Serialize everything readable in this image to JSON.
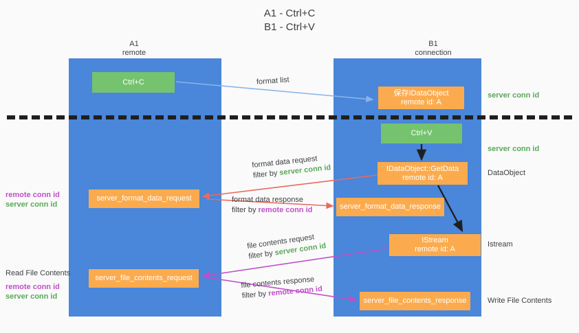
{
  "title": {
    "line1": "A1 - Ctrl+C",
    "line2": "B1 - Ctrl+V"
  },
  "lanes": [
    {
      "name": "A1",
      "subtitle": "remote"
    },
    {
      "name": "B1",
      "subtitle": "connection"
    }
  ],
  "boxes": {
    "ctrl_c": {
      "line1": "Ctrl+C",
      "line2": ""
    },
    "save_dataobject": {
      "line1": "保存IDataObject",
      "line2": "remote id: A"
    },
    "ctrl_v": {
      "line1": "Ctrl+V",
      "line2": ""
    },
    "getdata": {
      "line1": "IDataObject::GetData",
      "line2": "remote id: A"
    },
    "server_format_data_request": {
      "line1": "server_format_data_request",
      "line2": ""
    },
    "server_format_data_response": {
      "line1": "server_format_data_response",
      "line2": ""
    },
    "istream": {
      "line1": "IStream",
      "line2": "remote id: A"
    },
    "server_file_contents_request": {
      "line1": "server_file_contents_request",
      "line2": ""
    },
    "server_file_contents_response": {
      "line1": "server_file_contents_response",
      "line2": ""
    }
  },
  "arrow_labels": {
    "format_list": {
      "line1": "format list",
      "filter_prefix": "",
      "filter_target": ""
    },
    "format_data_request": {
      "line1": "format data request",
      "filter_prefix": "filter by ",
      "filter_target": "server conn id"
    },
    "format_data_response": {
      "line1": "format data response",
      "filter_prefix": "filter by ",
      "filter_target": "remote conn id"
    },
    "file_contents_request": {
      "line1": "file contents request",
      "filter_prefix": "filter by ",
      "filter_target": "server conn id"
    },
    "file_contents_response": {
      "line1": "file contents response",
      "filter_prefix": "filter by ",
      "filter_target": "remote conn id"
    }
  },
  "side_labels": {
    "server_conn_id_top": "server conn id",
    "server_conn_id_second": "server conn id",
    "dataobject": "DataObject",
    "istream": "Istream",
    "write_file_contents": "Write File Contents",
    "read_file_contents": "Read File Contents",
    "remote_conn_id": "remote conn id",
    "server_conn_id": "server conn id"
  },
  "colors": {
    "lane": "#4a86d9",
    "box_green": "#76c36f",
    "box_orange": "#fbab4e",
    "server_conn": "#5aa85a",
    "remote_conn": "#c050c8",
    "arrow_blue": "#8ab4e8",
    "arrow_red": "#ea6a5c",
    "arrow_magenta": "#c050c8",
    "arrow_dark": "#1f1f1f",
    "divider": "#1f1f1f",
    "background": "#fafafa"
  }
}
